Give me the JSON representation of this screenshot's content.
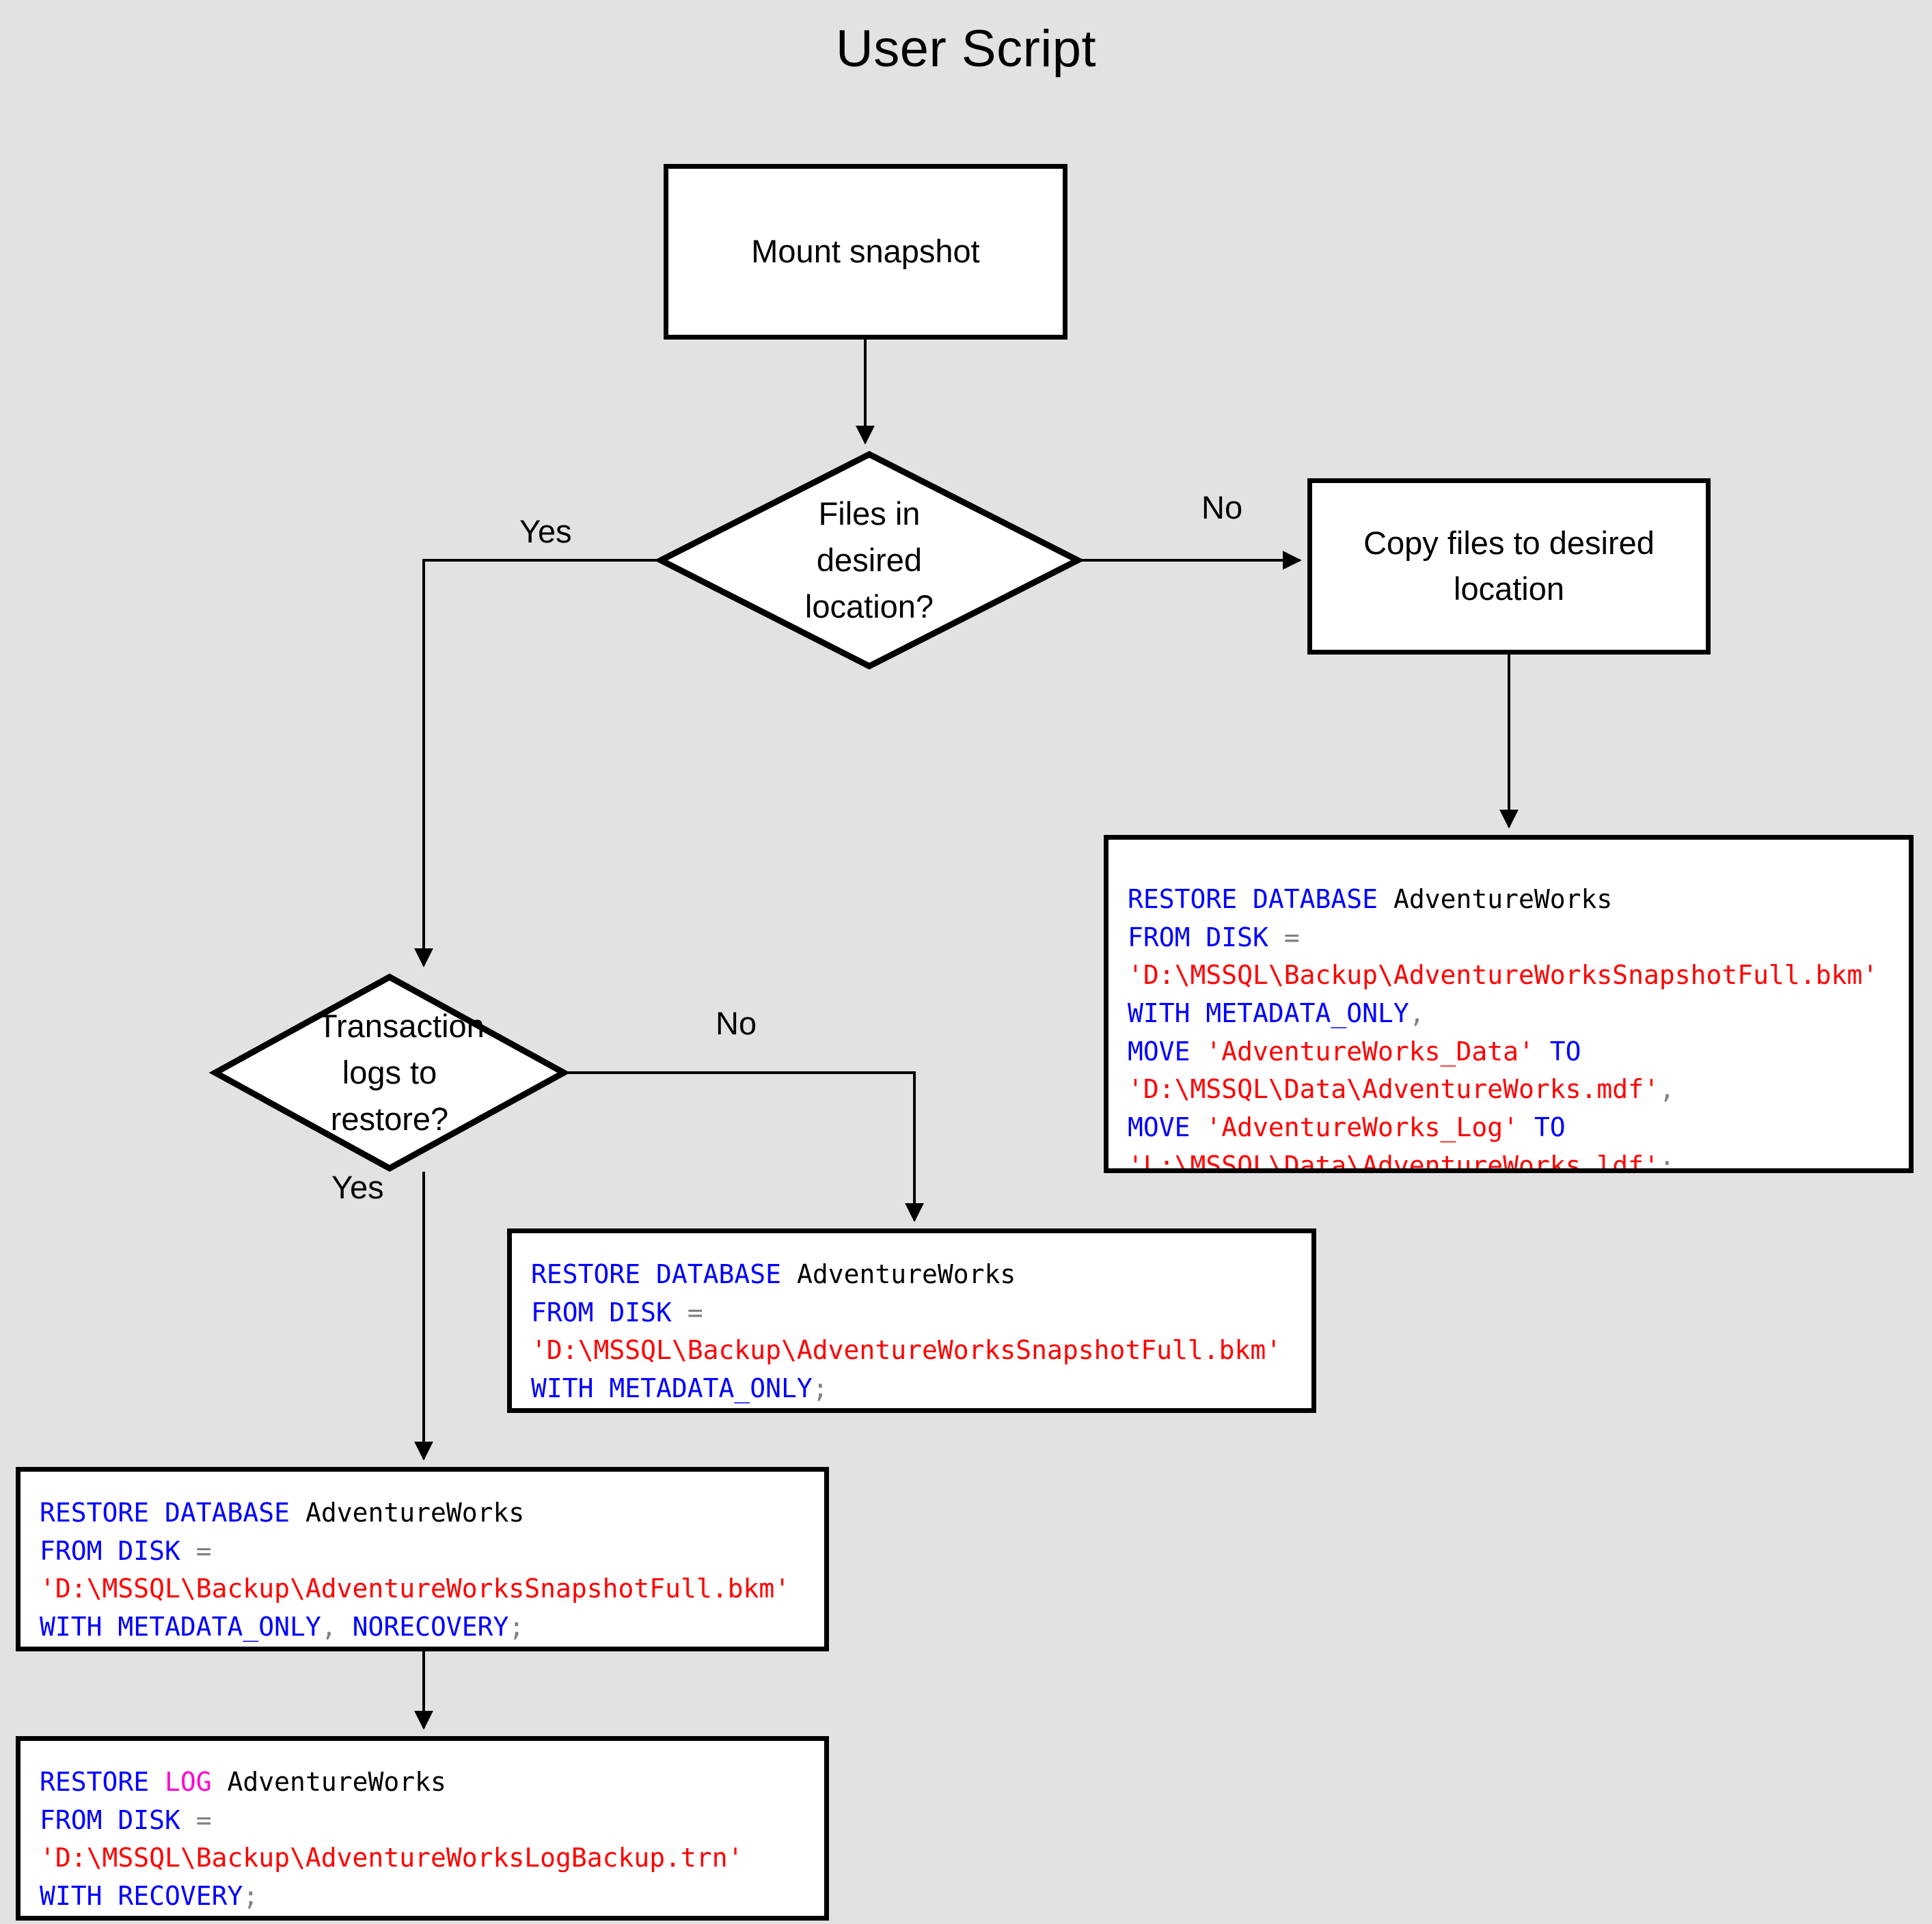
{
  "diagram": {
    "title": "User Script",
    "background_color": "#e2e2e2",
    "node_fill": "#ffffff",
    "node_stroke": "#000000",
    "keyword_color": "#0000ff",
    "string_color": "#ff0000",
    "log_keyword_color": "#ff00cc",
    "punctuation_color": "#808080"
  },
  "nodes": {
    "mount_snapshot": {
      "type": "process",
      "label": "Mount snapshot"
    },
    "files_in_desired_location": {
      "type": "decision",
      "label": "Files in desired location?"
    },
    "copy_files": {
      "type": "process",
      "label": "Copy files to desired location"
    },
    "transaction_logs": {
      "type": "decision",
      "label": "Transaction logs to restore?"
    }
  },
  "edge_labels": {
    "files_yes": "Yes",
    "files_no": "No",
    "logs_no": "No",
    "logs_yes": "Yes"
  },
  "code_blocks": {
    "restore_with_move": {
      "lines": [
        {
          "segments": [
            {
              "t": "RESTORE DATABASE ",
              "c": "kw"
            },
            {
              "t": "AdventureWorks",
              "c": "pl"
            }
          ]
        },
        {
          "segments": [
            {
              "t": "FROM DISK ",
              "c": "kw"
            },
            {
              "t": "=",
              "c": "pn"
            }
          ]
        },
        {
          "segments": [
            {
              "t": "'D:\\MSSQL\\Backup\\AdventureWorksSnapshotFull.bkm'",
              "c": "str"
            }
          ]
        },
        {
          "segments": [
            {
              "t": "WITH METADATA_ONLY",
              "c": "kw"
            },
            {
              "t": ",",
              "c": "pn"
            }
          ]
        },
        {
          "segments": [
            {
              "t": "MOVE ",
              "c": "kw"
            },
            {
              "t": "'AdventureWorks_Data'",
              "c": "str"
            },
            {
              "t": " TO",
              "c": "kw"
            }
          ]
        },
        {
          "segments": [
            {
              "t": "'D:\\MSSQL\\Data\\AdventureWorks.mdf'",
              "c": "str"
            },
            {
              "t": ",",
              "c": "pn"
            }
          ]
        },
        {
          "segments": [
            {
              "t": "MOVE ",
              "c": "kw"
            },
            {
              "t": "'AdventureWorks_Log'",
              "c": "str"
            },
            {
              "t": " TO",
              "c": "kw"
            }
          ]
        },
        {
          "segments": [
            {
              "t": "'L:\\MSSQL\\Data\\AdventureWorks.ldf'",
              "c": "str"
            },
            {
              "t": ";",
              "c": "pn"
            }
          ]
        }
      ]
    },
    "restore_metadata_only": {
      "lines": [
        {
          "segments": [
            {
              "t": "RESTORE DATABASE ",
              "c": "kw"
            },
            {
              "t": "AdventureWorks",
              "c": "pl"
            }
          ]
        },
        {
          "segments": [
            {
              "t": "FROM DISK ",
              "c": "kw"
            },
            {
              "t": "=",
              "c": "pn"
            }
          ]
        },
        {
          "segments": [
            {
              "t": "'D:\\MSSQL\\Backup\\AdventureWorksSnapshotFull.bkm'",
              "c": "str"
            }
          ]
        },
        {
          "segments": [
            {
              "t": "WITH METADATA_ONLY",
              "c": "kw"
            },
            {
              "t": ";",
              "c": "pn"
            }
          ]
        }
      ]
    },
    "restore_norecovery": {
      "lines": [
        {
          "segments": [
            {
              "t": "RESTORE DATABASE ",
              "c": "kw"
            },
            {
              "t": "AdventureWorks",
              "c": "pl"
            }
          ]
        },
        {
          "segments": [
            {
              "t": "FROM DISK ",
              "c": "kw"
            },
            {
              "t": "=",
              "c": "pn"
            }
          ]
        },
        {
          "segments": [
            {
              "t": "'D:\\MSSQL\\Backup\\AdventureWorksSnapshotFull.bkm'",
              "c": "str"
            }
          ]
        },
        {
          "segments": [
            {
              "t": "WITH METADATA_ONLY",
              "c": "kw"
            },
            {
              "t": ",",
              "c": "pn"
            },
            {
              "t": " NORECOVERY",
              "c": "kw"
            },
            {
              "t": ";",
              "c": "pn"
            }
          ]
        }
      ]
    },
    "restore_log": {
      "lines": [
        {
          "segments": [
            {
              "t": "RESTORE ",
              "c": "kw"
            },
            {
              "t": "LOG",
              "c": "kwlog"
            },
            {
              "t": " AdventureWorks",
              "c": "pl"
            }
          ]
        },
        {
          "segments": [
            {
              "t": "FROM DISK ",
              "c": "kw"
            },
            {
              "t": "=",
              "c": "pn"
            }
          ]
        },
        {
          "segments": [
            {
              "t": "'D:\\MSSQL\\Backup\\AdventureWorksLogBackup.trn'",
              "c": "str"
            }
          ]
        },
        {
          "segments": [
            {
              "t": "WITH RECOVERY",
              "c": "kw"
            },
            {
              "t": ";",
              "c": "pn"
            }
          ]
        }
      ]
    }
  }
}
